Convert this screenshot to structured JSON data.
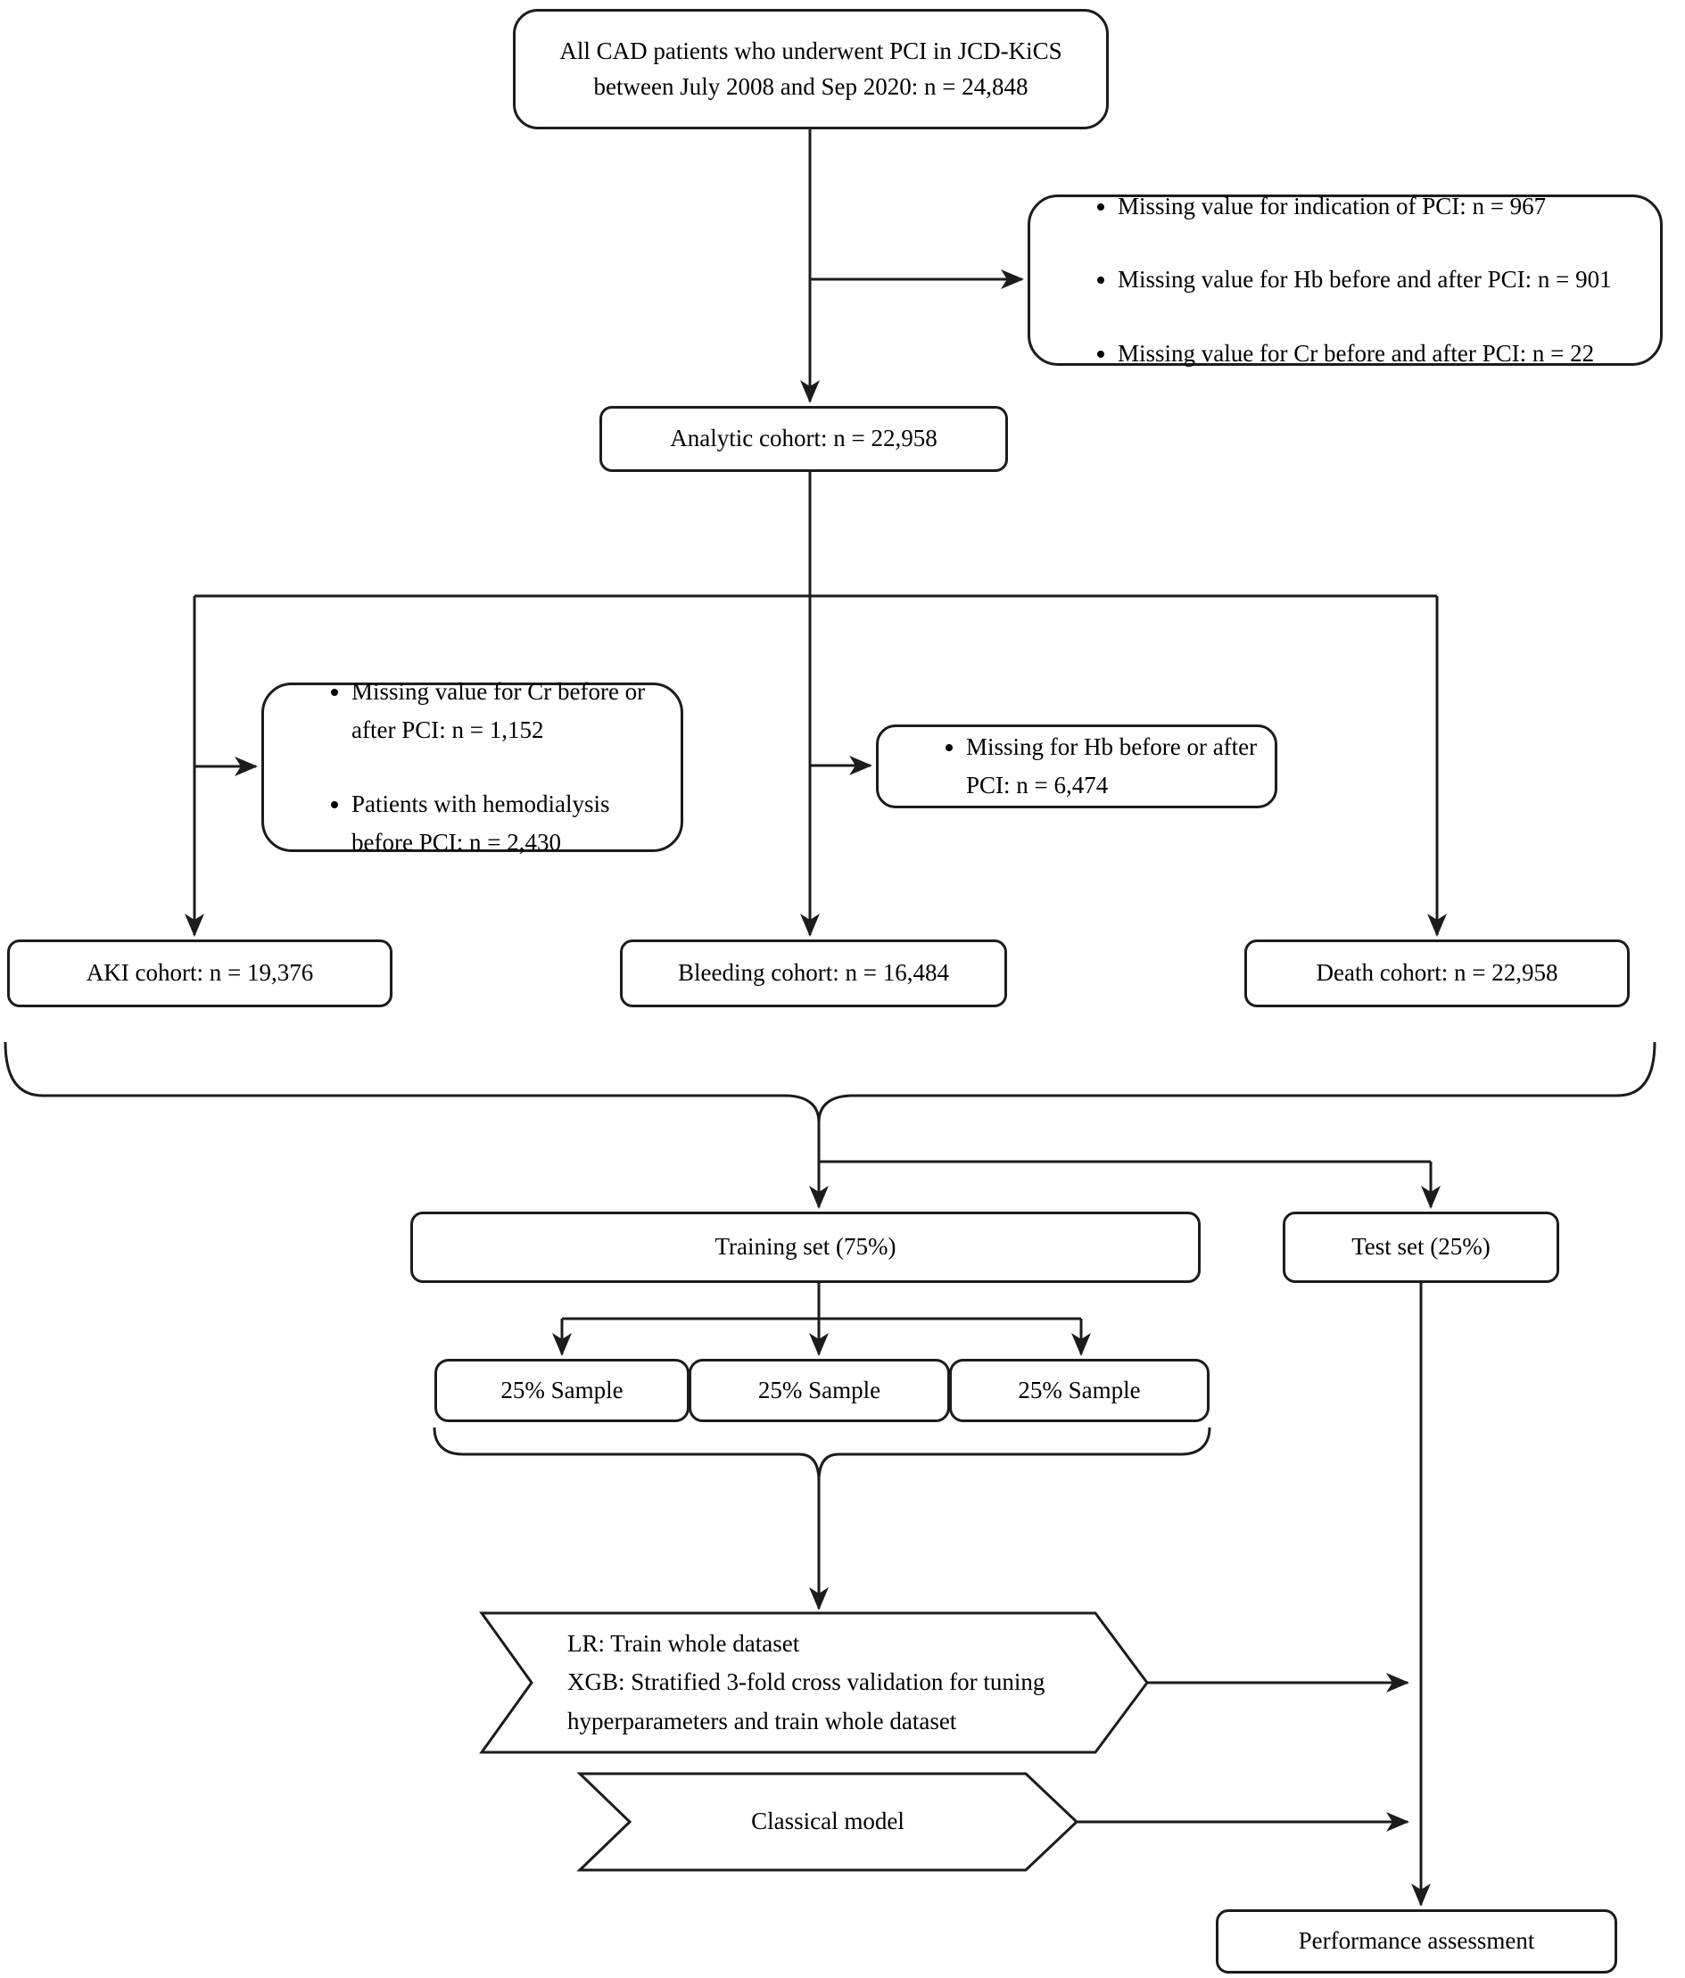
{
  "diagram": {
    "title": "Patient cohort flow diagram",
    "top_box": {
      "text": "All CAD patients who underwent PCI in JCD-KiCS\nbetween July 2008 and Sep 2020: n = 24,848"
    },
    "exclusion_top": {
      "items": [
        "Missing value for indication of PCI: n = 967",
        "Missing value for Hb before and after PCI: n = 901",
        "Missing value for Cr before and after PCI: n = 22"
      ]
    },
    "analytic": {
      "label": "Analytic cohort: n = 22,958"
    },
    "exclusion_aki": {
      "items": [
        "Missing value for Cr before or\nafter PCI: n = 1,152",
        "Patients with hemodialysis\nbefore PCI: n = 2,430"
      ]
    },
    "exclusion_bleeding": {
      "items": [
        "Missing for Hb before or after\nPCI: n = 6,474"
      ]
    },
    "aki": {
      "label": "AKI cohort: n = 19,376"
    },
    "bleeding": {
      "label": "Bleeding cohort: n = 16,484"
    },
    "death": {
      "label": "Death cohort: n = 22,958"
    },
    "training": {
      "label": "Training set (75%)"
    },
    "test": {
      "label": "Test set (25%)"
    },
    "samples": [
      "25% Sample",
      "25% Sample",
      "25% Sample"
    ],
    "ml_process": {
      "text": "LR: Train whole dataset\nXGB: Stratified 3-fold cross validation for tuning hyperparameters and train whole dataset"
    },
    "classical": {
      "label": "Classical model"
    },
    "performance": {
      "label": "Performance assessment"
    },
    "colors": {
      "stroke": "#1c1c1c",
      "background": "#ffffff",
      "text": "#000000"
    }
  }
}
